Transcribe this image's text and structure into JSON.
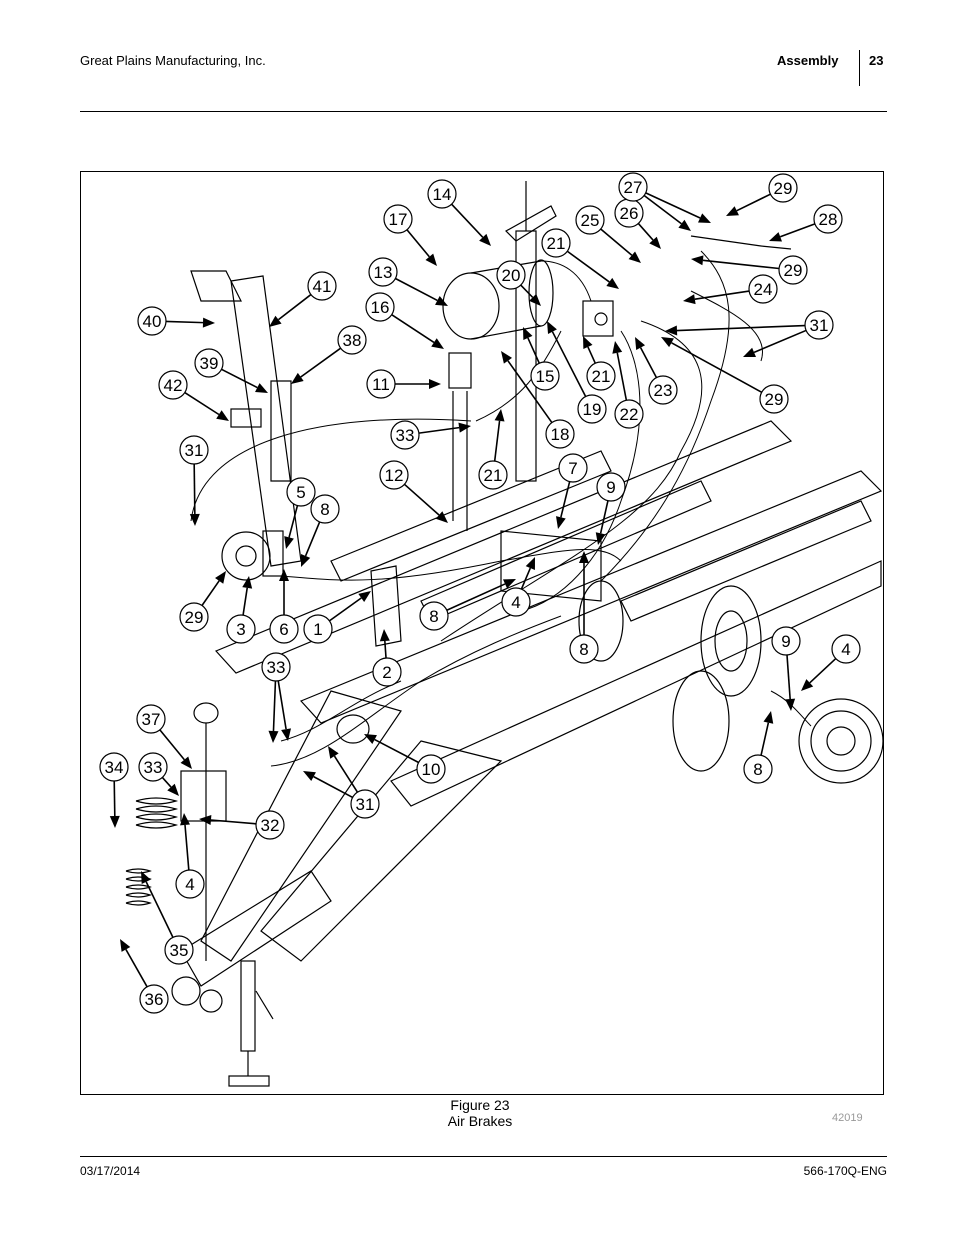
{
  "header": {
    "company": "Great Plains Manufacturing, Inc.",
    "section": "Assembly",
    "page_number": "23"
  },
  "figure": {
    "number_label": "Figure 23",
    "title": "Air Brakes",
    "drawing_id": "42019",
    "callouts": [
      "1",
      "2",
      "3",
      "4",
      "5",
      "6",
      "7",
      "8",
      "9",
      "10",
      "11",
      "12",
      "13",
      "14",
      "15",
      "16",
      "17",
      "18",
      "19",
      "20",
      "21",
      "22",
      "23",
      "24",
      "25",
      "26",
      "27",
      "28",
      "29",
      "31",
      "32",
      "33",
      "34",
      "35",
      "36",
      "37",
      "38",
      "39",
      "40",
      "41",
      "42"
    ]
  },
  "footer": {
    "date": "03/17/2014",
    "doc_number": "566-170Q-ENG"
  }
}
